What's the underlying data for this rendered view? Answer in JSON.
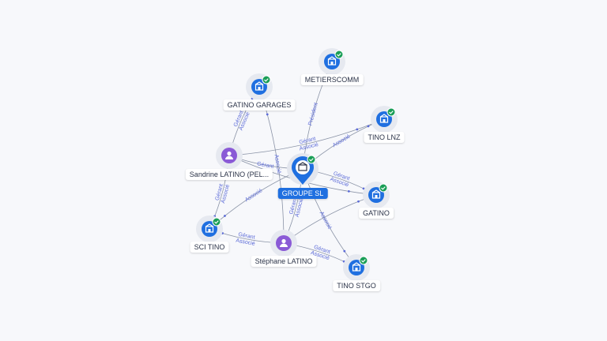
{
  "colors": {
    "company_blue": "#1f6fe0",
    "person_purple": "#8a5ad6",
    "verified_green": "#1a9e57",
    "edge_gray": "#8a93a6",
    "edge_label": "#5c6bd8"
  },
  "nodes": [
    {
      "id": "groupe-sl",
      "label": "GROUPE SL",
      "type": "company-main",
      "verified": true
    },
    {
      "id": "metierscomm",
      "label": "METIERSCOMM",
      "type": "company",
      "verified": true
    },
    {
      "id": "gatino-garages",
      "label": "GATINO GARAGES",
      "type": "company",
      "verified": true
    },
    {
      "id": "tino-lnz",
      "label": "TINO LNZ",
      "type": "company",
      "verified": true
    },
    {
      "id": "sandrine",
      "label": "Sandrine LATINO (PEL...",
      "type": "person",
      "verified": false
    },
    {
      "id": "gatino",
      "label": "GATINO",
      "type": "company",
      "verified": true
    },
    {
      "id": "sci-tino",
      "label": "SCI TINO",
      "type": "company",
      "verified": true
    },
    {
      "id": "stephane",
      "label": "Stéphane LATINO",
      "type": "person",
      "verified": false
    },
    {
      "id": "tino-stgo",
      "label": "TINO STGO",
      "type": "company",
      "verified": true
    }
  ],
  "edges": [
    {
      "from": "sandrine",
      "to": "gatino-garages",
      "labels": [
        "Gérant",
        "Associé"
      ]
    },
    {
      "from": "stephane",
      "to": "gatino-garages",
      "labels": [
        "Associé"
      ]
    },
    {
      "from": "groupe-sl",
      "to": "metierscomm",
      "labels": [
        "Président"
      ]
    },
    {
      "from": "sandrine",
      "to": "tino-lnz",
      "labels": [
        "Gérant",
        "Associé"
      ]
    },
    {
      "from": "groupe-sl",
      "to": "tino-lnz",
      "labels": [
        "Associé"
      ]
    },
    {
      "from": "sandrine",
      "to": "groupe-sl",
      "labels": [
        "Gérant"
      ]
    },
    {
      "from": "sandrine",
      "to": "sci-tino",
      "labels": [
        "Gérant",
        "Associé"
      ]
    },
    {
      "from": "groupe-sl",
      "to": "sci-tino",
      "labels": [
        "Associé"
      ]
    },
    {
      "from": "stephane",
      "to": "sci-tino",
      "labels": [
        "Gérant",
        "Associé"
      ]
    },
    {
      "from": "stephane",
      "to": "groupe-sl",
      "labels": [
        "Gérant",
        "Associé"
      ]
    },
    {
      "from": "stephane",
      "to": "tino-stgo",
      "labels": [
        "Gérant",
        "Associé"
      ]
    },
    {
      "from": "groupe-sl",
      "to": "tino-stgo",
      "labels": [
        "Associé"
      ]
    },
    {
      "from": "groupe-sl",
      "to": "gatino",
      "labels": [
        "Gérant",
        "Associé"
      ]
    },
    {
      "from": "sandrine",
      "to": "gatino",
      "labels": []
    },
    {
      "from": "stephane",
      "to": "gatino",
      "labels": []
    }
  ]
}
